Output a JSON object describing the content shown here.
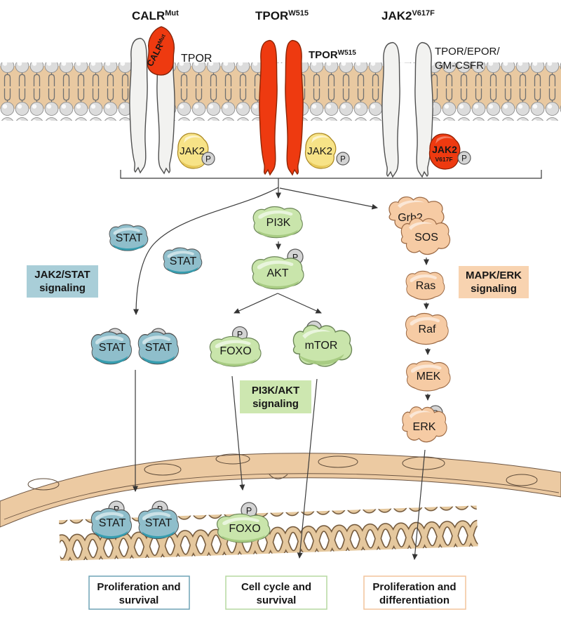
{
  "receptors": {
    "calr_mut": {
      "title": "CALR",
      "title_sup": "Mut",
      "ligand": "CALR",
      "ligand_sup": "Mut",
      "receptor_label": "TPOR",
      "kinase": "JAK2"
    },
    "tpor_w515": {
      "title": "TPOR",
      "title_sup": "W515",
      "receptor_label": "TPOR",
      "receptor_label_sup": "W515",
      "kinase": "JAK2"
    },
    "jak2_v617f": {
      "title": "JAK2",
      "title_sup": "V617F",
      "receptor_label_line1": "TPOR/EPOR/",
      "receptor_label_line2": "GM-CSFR",
      "kinase": "JAK2",
      "kinase_mutation": "V617F"
    }
  },
  "phospho": "P",
  "pathways": {
    "jak2_stat": {
      "label_line1": "JAK2/STAT",
      "label_line2": "signaling",
      "label_bg": "#a9ced8",
      "stat_free_1": "STAT",
      "stat_free_2": "STAT",
      "stat_dimer_1": "STAT",
      "stat_dimer_2": "STAT"
    },
    "pi3k_akt": {
      "label_line1": "PI3K/AKT",
      "label_line2": "signaling",
      "label_bg": "#cde7b0",
      "pi3k": "PI3K",
      "akt": "AKT",
      "foxo": "FOXO",
      "mtor": "mTOR"
    },
    "mapk_erk": {
      "label_line1": "MAPK/ERK",
      "label_line2": "signaling",
      "label_bg": "#f8d3b0",
      "grb2": "Grb2",
      "sos": "SOS",
      "ras": "Ras",
      "raf": "Raf",
      "mek": "MEK",
      "erk": "ERK"
    }
  },
  "nucleus": {
    "stat_dimer_1": "STAT",
    "stat_dimer_2": "STAT",
    "foxo": "FOXO"
  },
  "outcomes": [
    {
      "line1": "Proliferation and",
      "line2": "survival",
      "border_color": "#6fa3b5"
    },
    {
      "line1": "Cell cycle and",
      "line2": "survival",
      "border_color": "#b5d9a0"
    },
    {
      "line1": "Proliferation and",
      "line2": "differentiation",
      "border_color": "#f2c49c"
    }
  ],
  "colors": {
    "mutant_red": "#ee3a10",
    "kinase_yellow": "#f7e387",
    "stat_blue": "#8fbecb",
    "pi3k_green": "#c9e5ab",
    "mapk_peach": "#f6cba4",
    "membrane_tan": "#e9c9a1",
    "receptor_white": "#f2f2f0",
    "nucleus_tan": "#eccaa2"
  }
}
